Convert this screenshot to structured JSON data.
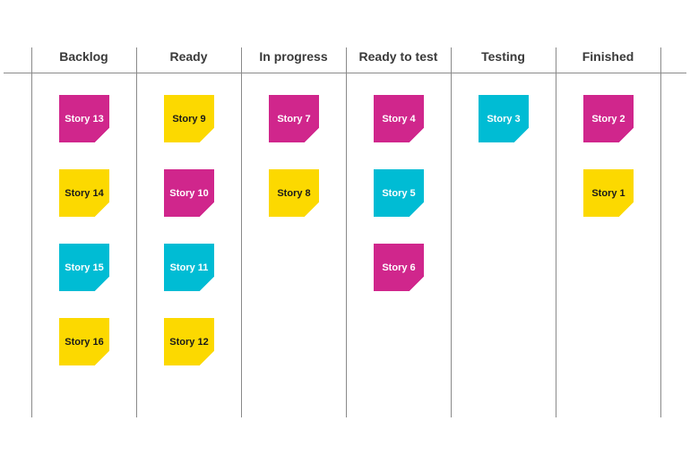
{
  "board": {
    "colors": {
      "magenta": "#d0268c",
      "yellow": "#fcd900",
      "cyan": "#00bcd4",
      "text_on_magenta": "#ffffff",
      "text_on_yellow": "#1a1a1a",
      "text_on_cyan": "#ffffff",
      "line": "#8a8a8a"
    },
    "columns": [
      {
        "title": "Backlog",
        "cards": [
          {
            "label": "Story 13",
            "color": "magenta"
          },
          {
            "label": "Story 14",
            "color": "yellow"
          },
          {
            "label": "Story 15",
            "color": "cyan"
          },
          {
            "label": "Story 16",
            "color": "yellow"
          }
        ]
      },
      {
        "title": "Ready",
        "cards": [
          {
            "label": "Story 9",
            "color": "yellow"
          },
          {
            "label": "Story 10",
            "color": "magenta"
          },
          {
            "label": "Story 11",
            "color": "cyan"
          },
          {
            "label": "Story 12",
            "color": "yellow"
          }
        ]
      },
      {
        "title": "In progress",
        "cards": [
          {
            "label": "Story 7",
            "color": "magenta"
          },
          {
            "label": "Story 8",
            "color": "yellow"
          }
        ]
      },
      {
        "title": "Ready to test",
        "cards": [
          {
            "label": "Story 4",
            "color": "magenta"
          },
          {
            "label": "Story 5",
            "color": "cyan"
          },
          {
            "label": "Story 6",
            "color": "magenta"
          }
        ]
      },
      {
        "title": "Testing",
        "cards": [
          {
            "label": "Story 3",
            "color": "cyan"
          }
        ]
      },
      {
        "title": "Finished",
        "cards": [
          {
            "label": "Story 2",
            "color": "magenta"
          },
          {
            "label": "Story 1",
            "color": "yellow"
          }
        ]
      }
    ]
  }
}
